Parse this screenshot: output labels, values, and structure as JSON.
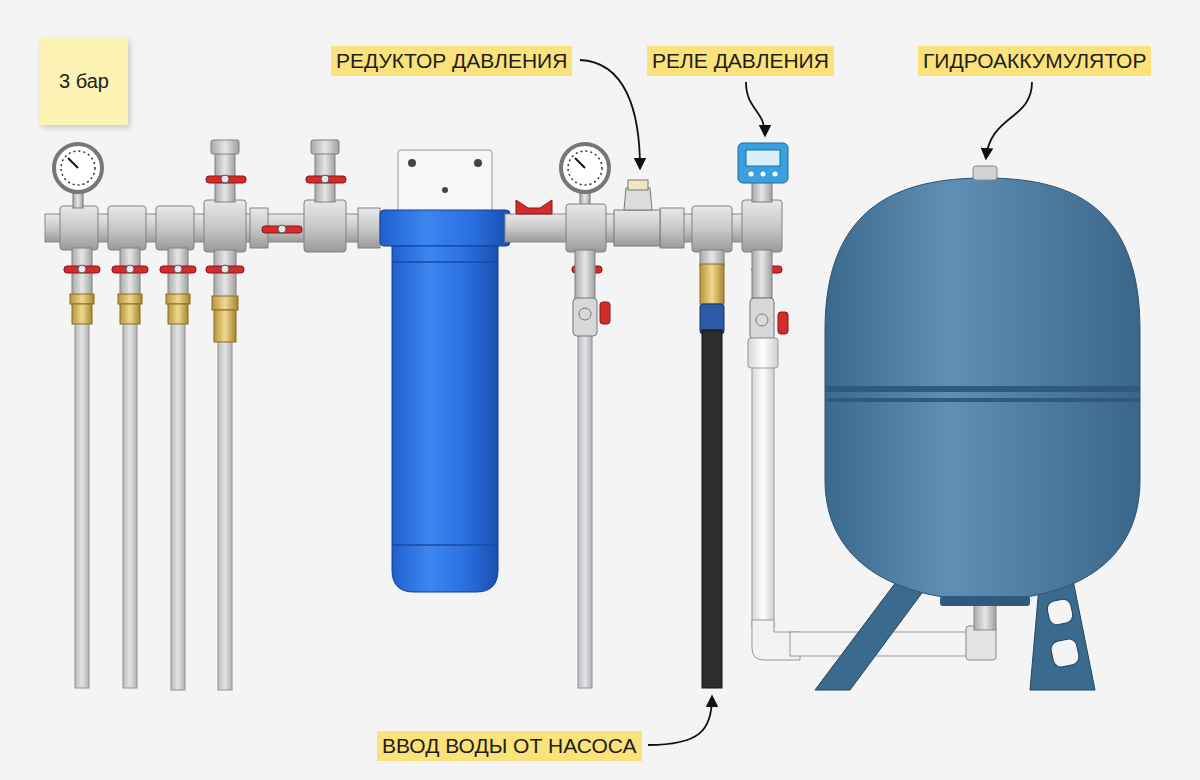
{
  "diagram": {
    "nodes": [
      {
        "text": [
          "3 бар"
        ]
      }
    ],
    "labels": [
      "РЕДУКТОР ДАВЛЕНИЯ",
      "РЕЛЕ ДАВЛЕНИЯ",
      "ГИДРОАККУМУЛЯТОР",
      "ВВОД ВОДЫ ОТ НАСОСА"
    ]
  }
}
